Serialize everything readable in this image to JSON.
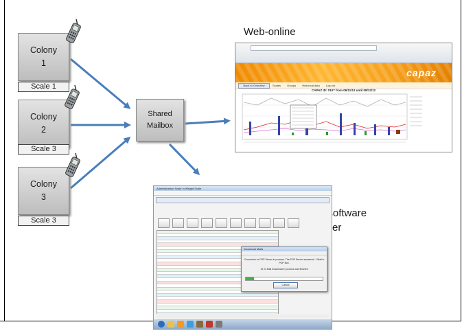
{
  "colonies": [
    {
      "line1": "Colony",
      "line2": "1",
      "scale": "Scale 1"
    },
    {
      "line1": "Colony",
      "line2": "2",
      "scale": "Scale 3"
    },
    {
      "line1": "Colony",
      "line2": "3",
      "scale": "Scale 3"
    }
  ],
  "mailbox": {
    "line1": "Shared",
    "line2": "Mailbox"
  },
  "web": {
    "label": "Web-online",
    "brand": "capaz",
    "tab": "Back to Overview",
    "nav": [
      "Scales",
      "Groups",
      "Historical data",
      "Log out"
    ],
    "chart_title": "CAPAZ ID: 0107 from 06/11/12 until 08/12/12"
  },
  "pc": {
    "label_line1": "Personal software",
    "label_line2": "on computer",
    "window_title": "Administration Scale in Weight Scale",
    "dialog_title": "Download Mails",
    "dialog_message": "Connection to POP Server in process. The POP Server answered: 1 Mail in POP Box.",
    "dialog_status": "19. E-Mail Download in process and finished",
    "dialog_button": "Cancel"
  },
  "colors": {
    "arrow": "#4a7ebb",
    "box_top": "#e3e3e3",
    "box_bottom": "#bdbdbd",
    "banner": "#f7a21e"
  }
}
